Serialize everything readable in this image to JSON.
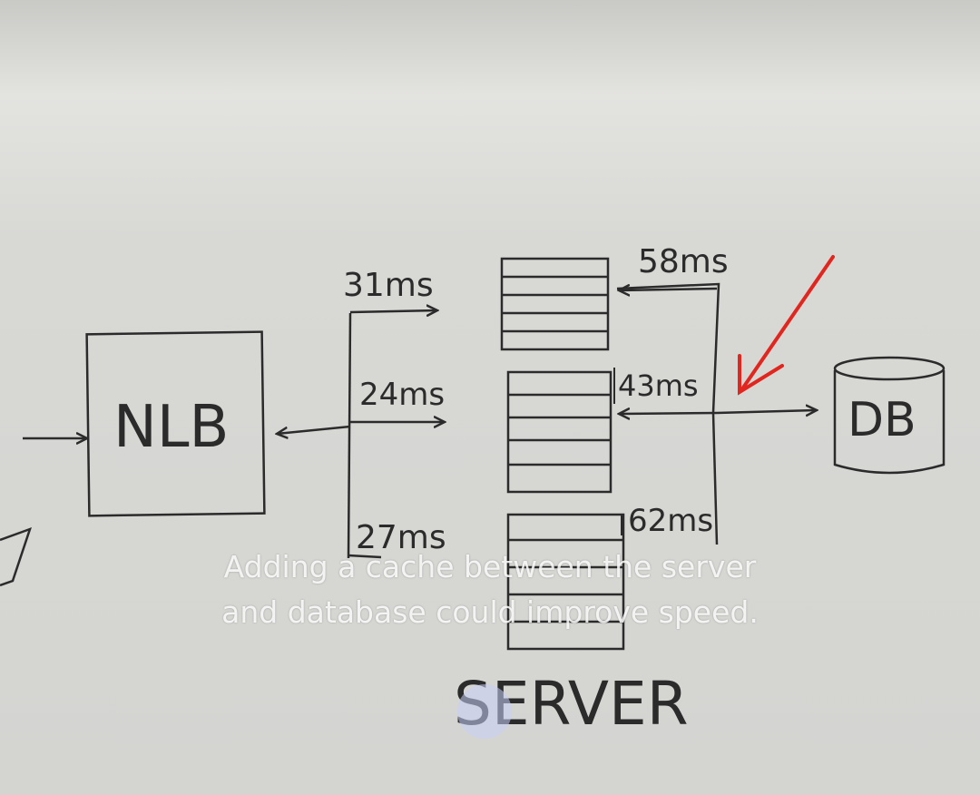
{
  "whiteboard": {
    "nlb_label": "NLB",
    "db_label": "DB",
    "server_label": "SERVER",
    "latency_top_left": "31ms",
    "latency_mid_left": "24ms",
    "latency_bottom_left": "27ms",
    "latency_top_right": "58ms",
    "latency_mid_right": "43ms",
    "latency_bottom_right": "62ms"
  },
  "caption": {
    "line1": "Adding a cache between the server",
    "line2": "and database could improve speed."
  },
  "colors": {
    "board": "#d9d9d7",
    "ink": "#2b2b2b",
    "annotation_arrow": "#e0261e",
    "caption_text": "#ffffff"
  }
}
